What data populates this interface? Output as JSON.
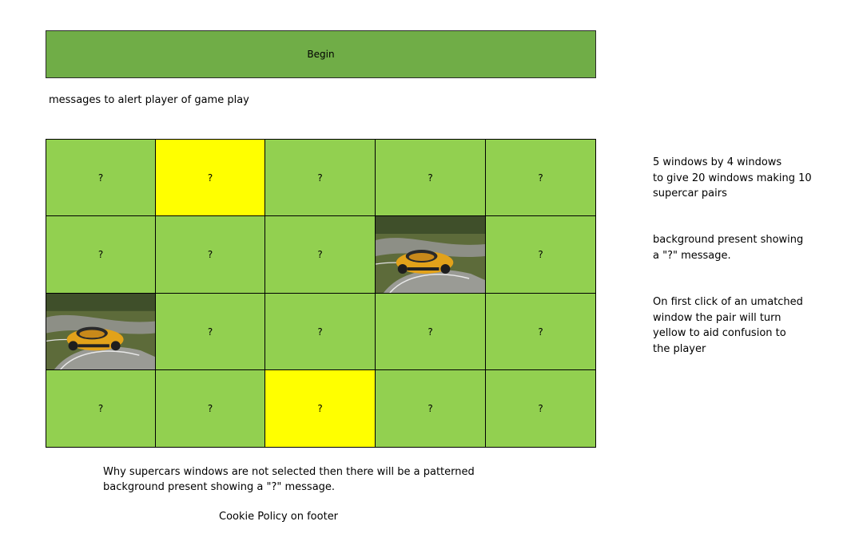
{
  "begin_label": "Begin",
  "alert_message": "messages to alert player of game play",
  "grid": {
    "columns": 5,
    "rows": 4,
    "cells": [
      {
        "state": "hidden",
        "label": "?"
      },
      {
        "state": "yellow",
        "label": "?"
      },
      {
        "state": "hidden",
        "label": "?"
      },
      {
        "state": "hidden",
        "label": "?"
      },
      {
        "state": "hidden",
        "label": "?"
      },
      {
        "state": "hidden",
        "label": "?"
      },
      {
        "state": "hidden",
        "label": "?"
      },
      {
        "state": "hidden",
        "label": "?"
      },
      {
        "state": "car",
        "label": ""
      },
      {
        "state": "hidden",
        "label": "?"
      },
      {
        "state": "car",
        "label": ""
      },
      {
        "state": "hidden",
        "label": "?"
      },
      {
        "state": "hidden",
        "label": "?"
      },
      {
        "state": "hidden",
        "label": "?"
      },
      {
        "state": "hidden",
        "label": "?"
      },
      {
        "state": "hidden",
        "label": "?"
      },
      {
        "state": "hidden",
        "label": "?"
      },
      {
        "state": "yellow",
        "label": "?"
      },
      {
        "state": "hidden",
        "label": "?"
      },
      {
        "state": "hidden",
        "label": "?"
      }
    ]
  },
  "notes": {
    "grid_size": "5 windows by 4 windows\nto give 20 windows making 10\nsupercar pairs",
    "background": "background present showing\na \"?\" message.",
    "first_click": "On first click of an umatched\nwindow the pair will turn\nyellow to aid confusion to\nthe player"
  },
  "bottom_note": "Why supercars windows are not selected then there will be a patterned\nbackground present showing a \"?\" message.",
  "footer_note": "Cookie Policy on footer",
  "colors": {
    "begin_bg": "#70ad47",
    "cell_bg": "#92d050",
    "match_highlight": "#ffff00"
  }
}
